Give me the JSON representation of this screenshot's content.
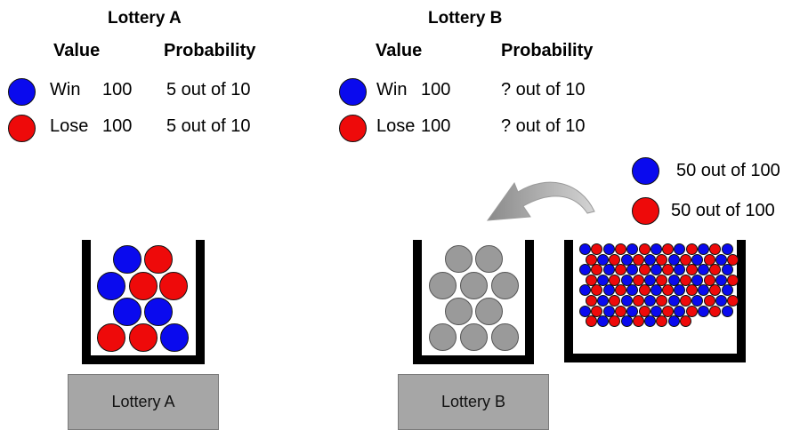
{
  "lottery_a": {
    "title": "Lottery  A",
    "value_header": "Value",
    "prob_header": "Probability",
    "rows": [
      {
        "outcome": "Win",
        "amount": "100",
        "prob": "5 out of 10",
        "color": "#0a0aee"
      },
      {
        "outcome": "Lose",
        "amount": "100",
        "prob": "5 out of 10",
        "color": "#ee0a0a"
      }
    ],
    "button_label": "Lottery A",
    "urn": {
      "blue": 5,
      "red": 5
    }
  },
  "lottery_b": {
    "title": "Lottery  B",
    "value_header": "Value",
    "prob_header": "Probability",
    "rows": [
      {
        "outcome": "Win",
        "amount": "100",
        "prob": "? out of 10",
        "color": "#0a0aee"
      },
      {
        "outcome": "Lose",
        "amount": "100",
        "prob": "? out of 10",
        "color": "#ee0a0a"
      }
    ],
    "button_label": "Lottery B",
    "urn": {
      "gray": 10
    }
  },
  "source_urn": {
    "legend": [
      {
        "label": "50 out of 100",
        "color": "#0a0aee"
      },
      {
        "label": "50 out of 100",
        "color": "#ee0a0a"
      }
    ],
    "blue": 50,
    "red": 50
  },
  "colors": {
    "blue": "#0a0aee",
    "red": "#ee0a0a",
    "gray": "#9a9a9a",
    "button": "#a6a6a6"
  }
}
